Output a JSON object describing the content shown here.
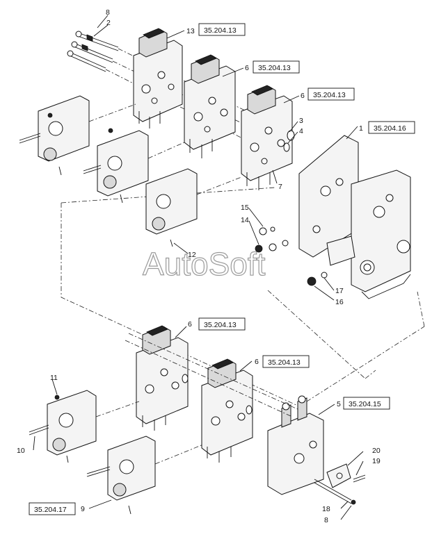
{
  "watermark": "AutoSoft",
  "callouts": [
    {
      "id": "c1",
      "text": "1"
    },
    {
      "id": "c2",
      "text": "2"
    },
    {
      "id": "c3",
      "text": "3"
    },
    {
      "id": "c4",
      "text": "4"
    },
    {
      "id": "c5",
      "text": "5"
    },
    {
      "id": "c6a",
      "text": "6"
    },
    {
      "id": "c6b",
      "text": "6"
    },
    {
      "id": "c6c",
      "text": "6"
    },
    {
      "id": "c6d",
      "text": "6"
    },
    {
      "id": "c7",
      "text": "7"
    },
    {
      "id": "c8a",
      "text": "8"
    },
    {
      "id": "c8b",
      "text": "8"
    },
    {
      "id": "c9",
      "text": "9"
    },
    {
      "id": "c10",
      "text": "10"
    },
    {
      "id": "c11",
      "text": "11"
    },
    {
      "id": "c12",
      "text": "12"
    },
    {
      "id": "c13",
      "text": "13"
    },
    {
      "id": "c14",
      "text": "14"
    },
    {
      "id": "c15",
      "text": "15"
    },
    {
      "id": "c16",
      "text": "16"
    },
    {
      "id": "c17",
      "text": "17"
    },
    {
      "id": "c18",
      "text": "18"
    },
    {
      "id": "c19",
      "text": "19"
    },
    {
      "id": "c20",
      "text": "20"
    }
  ],
  "references": [
    {
      "id": "r1",
      "text": "35.204.13"
    },
    {
      "id": "r2",
      "text": "35.204.13"
    },
    {
      "id": "r3",
      "text": "35.204.13"
    },
    {
      "id": "r4",
      "text": "35.204.16"
    },
    {
      "id": "r5",
      "text": "35.204.13"
    },
    {
      "id": "r6",
      "text": "35.204.13"
    },
    {
      "id": "r7",
      "text": "35.204.15"
    },
    {
      "id": "r8",
      "text": "35.204.17"
    }
  ]
}
